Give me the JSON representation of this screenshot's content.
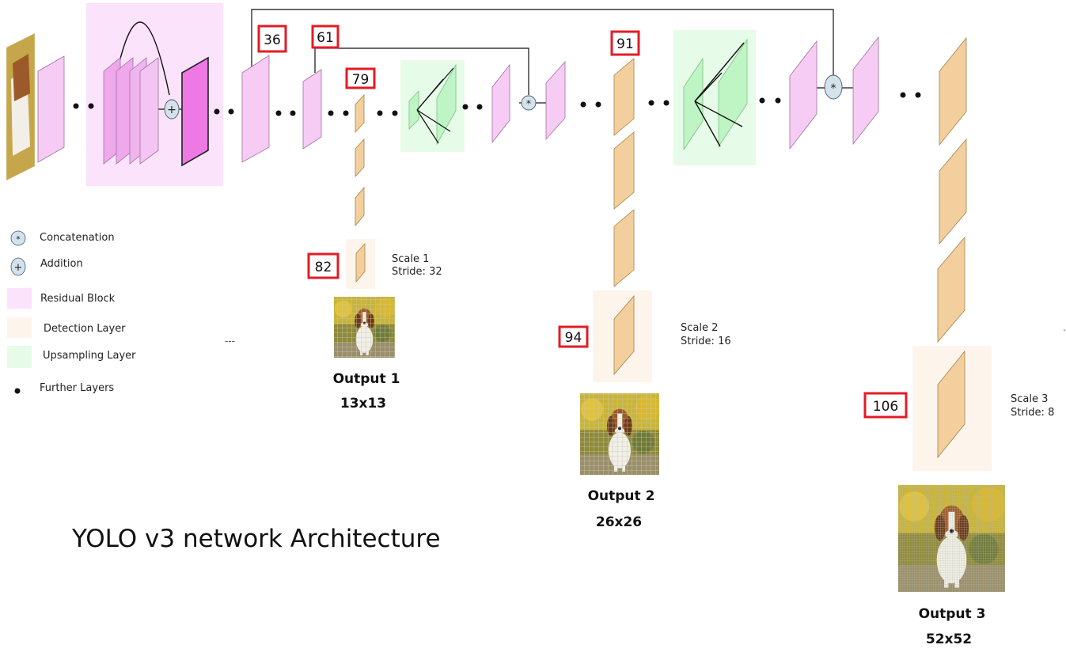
{
  "title": "YOLO v3 network Architecture",
  "layer_labels": [
    "36",
    "61",
    "79",
    "82",
    "91",
    "94",
    "106"
  ],
  "legend": {
    "concat_symbol": "*",
    "concatenation": "Concatenation",
    "add_symbol": "+",
    "addition": "Addition",
    "residual": "Residual Block",
    "detection": "Detection Layer",
    "upsampling": "Upsampling Layer",
    "further": "Further Layers"
  },
  "scales": [
    {
      "scale": "Scale 1",
      "stride": "Stride: 32"
    },
    {
      "scale": "Scale 2",
      "stride": "Stride: 16"
    },
    {
      "scale": "Scale 3",
      "stride": "Stride: 8"
    }
  ],
  "outputs": [
    {
      "title": "Output 1",
      "size": "13x13"
    },
    {
      "title": "Output 2",
      "size": "26x26"
    },
    {
      "title": "Output 3",
      "size": "52x52"
    }
  ],
  "misc": {
    "dashes": "---",
    "dot": "."
  },
  "colors": {
    "residual_fill": "#f7ccf4",
    "residual_bg": "#fbe3fb",
    "detection_fill": "#f2cf9c",
    "detection_bg": "#fdf5ec",
    "upsampling_fill": "#bff5c4",
    "upsampling_bg": "#e6fbe8",
    "label_border": "#e21c24",
    "op_circle": "#d4e2ec"
  }
}
